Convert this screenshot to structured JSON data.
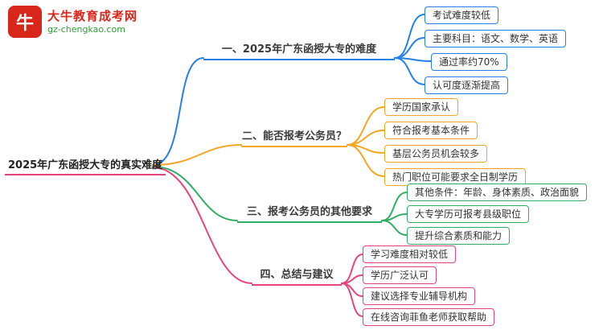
{
  "logo": {
    "mark": "牛",
    "site_name": "大牛教育成考网",
    "site_url": "gz-chengkao.com",
    "brand_color": "#d8261a",
    "url_color": "#2e9e36"
  },
  "root": {
    "label": "2025年广东函授大专的真实难度",
    "color": "#e8447c"
  },
  "branches": [
    {
      "label": "一、2025年广东函授大专的难度",
      "color": "#2680eb",
      "leaves": [
        "考试难度较低",
        "主要科目：语文、数学、英语",
        "通过率约70%",
        "认可度逐渐提高"
      ]
    },
    {
      "label": "二、能否报考公务员？",
      "color": "#f5a623",
      "leaves": [
        "学历国家承认",
        "符合报考基本条件",
        "基层公务员机会较多",
        "热门职位可能要求全日制学历"
      ]
    },
    {
      "label": "三、报考公务员的其他要求",
      "color": "#2fae64",
      "leaves": [
        "其他条件：年龄、身体素质、政治面貌",
        "大专学历可报考县级职位",
        "提升综合素质和能力"
      ]
    },
    {
      "label": "四、总结与建议",
      "color": "#e8447c",
      "leaves": [
        "学习难度相对较低",
        "学历广泛认可",
        "建议选择专业辅导机构",
        "在线咨询菲鱼老师获取帮助"
      ]
    }
  ]
}
